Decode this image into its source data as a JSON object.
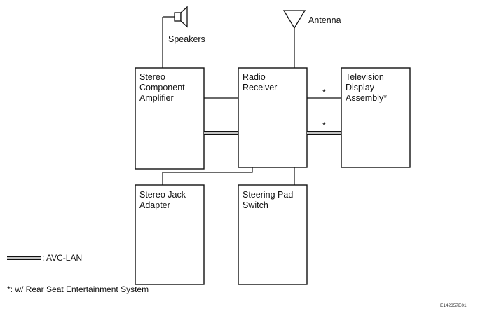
{
  "labels": {
    "speakers": "Speakers",
    "antenna": "Antenna"
  },
  "boxes": {
    "amplifier": "Stereo\nComponent\nAmplifier",
    "receiver": "Radio\nReceiver",
    "tv": "Television\nDisplay\nAssembly*",
    "jack": "Stereo Jack\nAdapter",
    "steering": "Steering Pad\nSwitch"
  },
  "connections": {
    "tv_signal_mark": "*",
    "tv_avc_mark": "*"
  },
  "legend": {
    "avc_lan": ": AVC-LAN",
    "footnote": "*: w/ Rear Seat Entertainment System"
  },
  "figure_id": "E142357E01"
}
